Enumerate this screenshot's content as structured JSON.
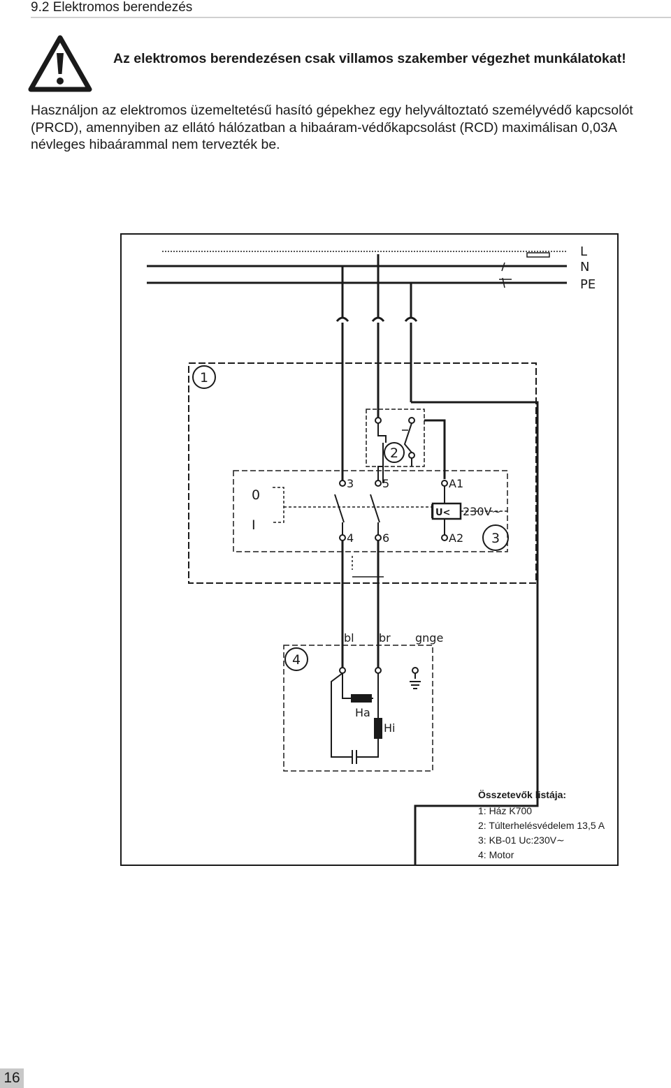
{
  "section_title": "9.2 Elektromos berendezés",
  "warning": {
    "icon": "warning-triangle-icon",
    "text": "Az elektromos berendezésen csak villamos szakember végezhet munkálatokat!"
  },
  "paragraph_lines": [
    "Használjon az elektromos üzemeltetésű hasító gépekhez egy helyváltoztató személyvédő kapcsolót",
    "(PRCD), amennyiben az ellátó hálózatban a hibaáram-védőkapcsolást (RCD) maximálisan 0,03A",
    "névleges hibaárammal nem tervezték be."
  ],
  "diagram": {
    "line_labels": [
      "L",
      "N",
      "PE"
    ],
    "component_numbers": [
      "1",
      "2",
      "3",
      "4"
    ],
    "terminal_labels": [
      "3",
      "5",
      "A1",
      "4",
      "6",
      "A2"
    ],
    "contactor_rating": "230V~",
    "contactor_symbol": "U<",
    "button_labels": [
      "0",
      "I"
    ],
    "wire_labels": [
      "bl",
      "br",
      "gnge"
    ],
    "winding_labels": [
      "Ha",
      "Hi"
    ]
  },
  "legend": {
    "title": "Összetevők listája:",
    "items": [
      "1: Ház K700",
      "2: Túlterhelésvédelem 13,5 A",
      "3: KB-01 Uc:230V∼",
      "4: Motor"
    ]
  },
  "page_number": "16"
}
